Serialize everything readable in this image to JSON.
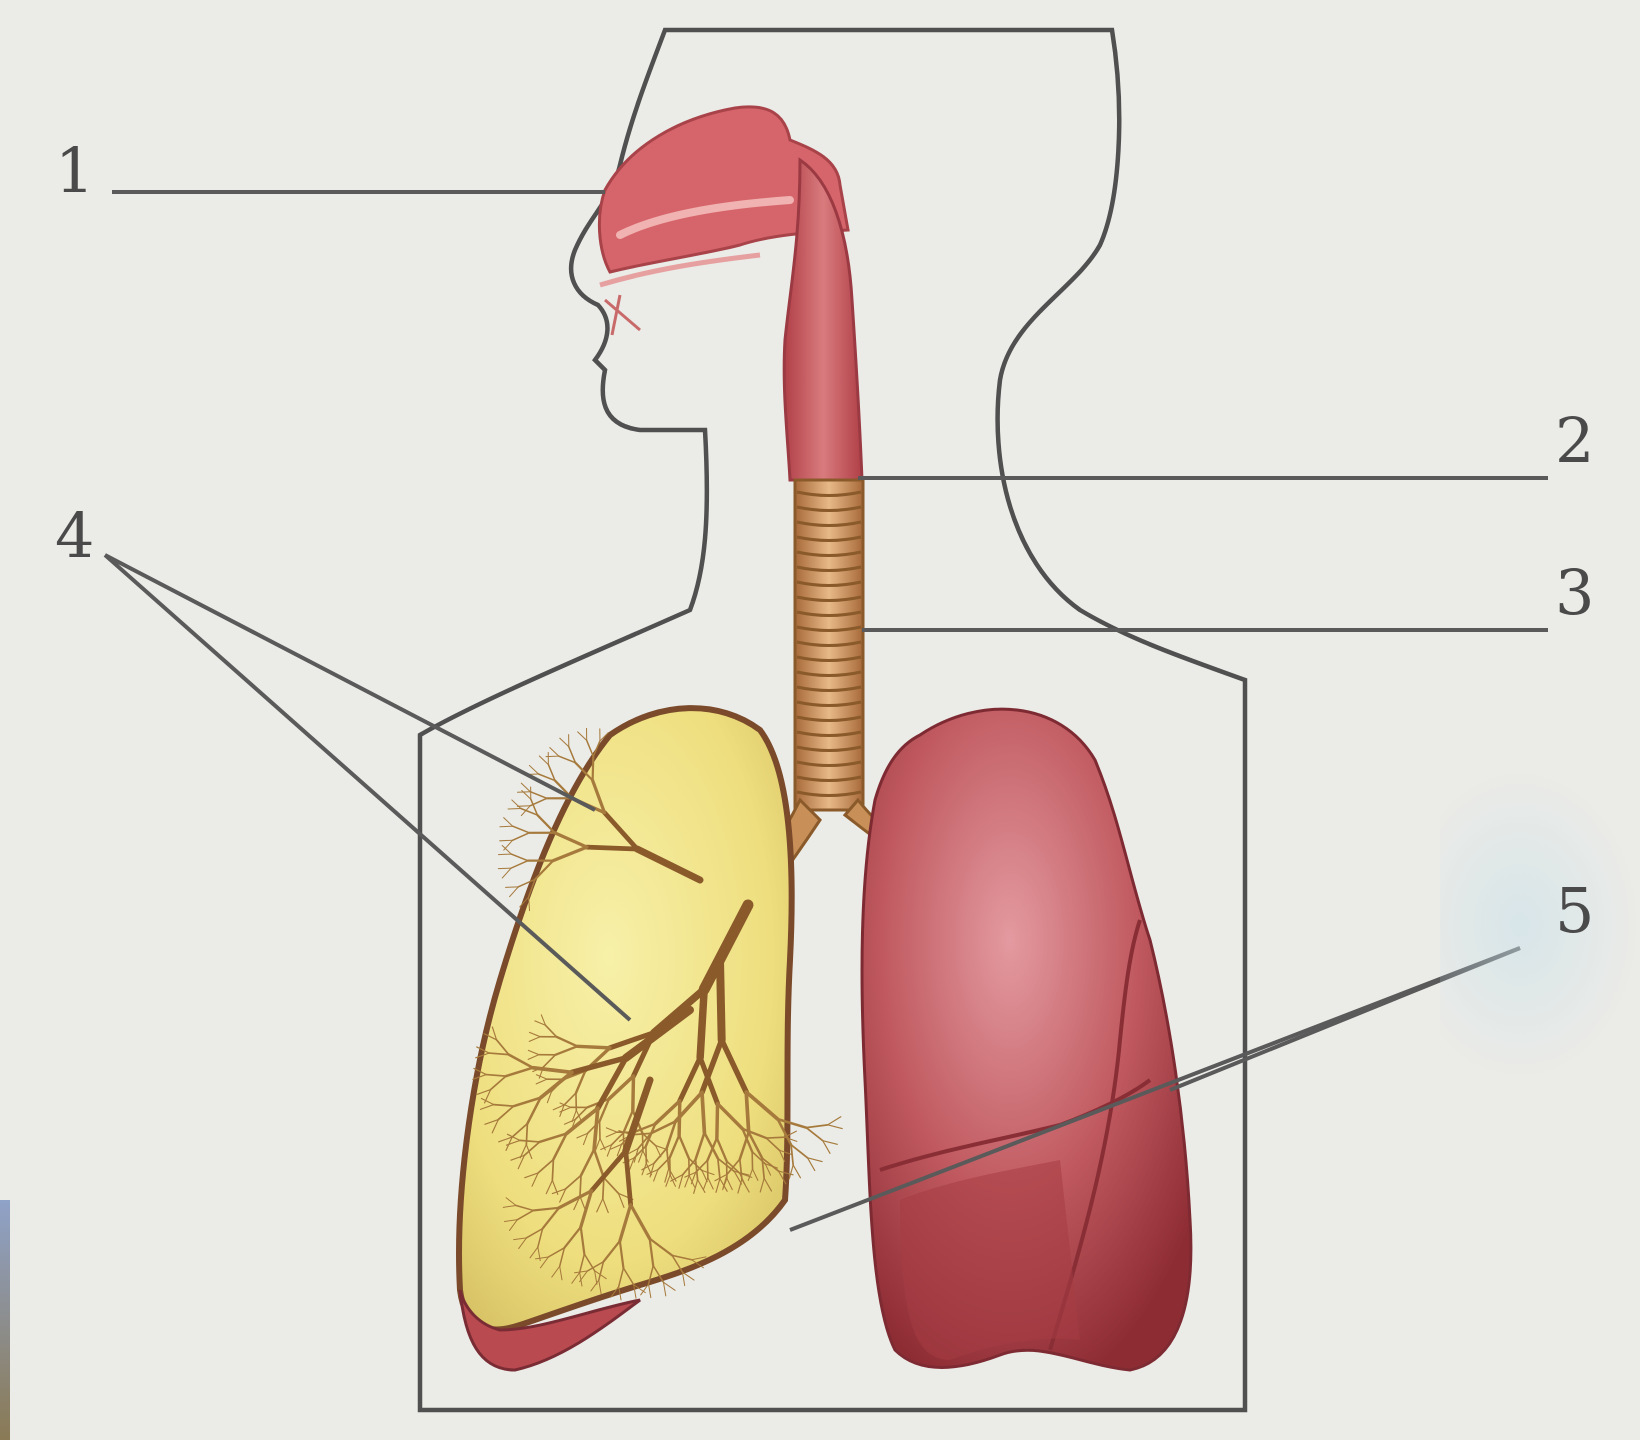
{
  "labels": {
    "one": "1",
    "two": "2",
    "three": "3",
    "four": "4",
    "five": "5"
  },
  "colors": {
    "background": "#ebebe7",
    "outline": "#505050",
    "leader_line": "#5a5a5a",
    "airway": "#c8565a",
    "lung_tissue": "#b84a50",
    "lung_cut_interior": "#efe38a",
    "bronchi": "#a67a3c"
  },
  "icons": {
    "body_outline": "human-head-torso-silhouette",
    "nasal_cavity": "nasal-cavity",
    "larynx": "larynx",
    "trachea": "trachea",
    "bronchial_tree": "bronchial-tree",
    "lungs": "lungs"
  }
}
